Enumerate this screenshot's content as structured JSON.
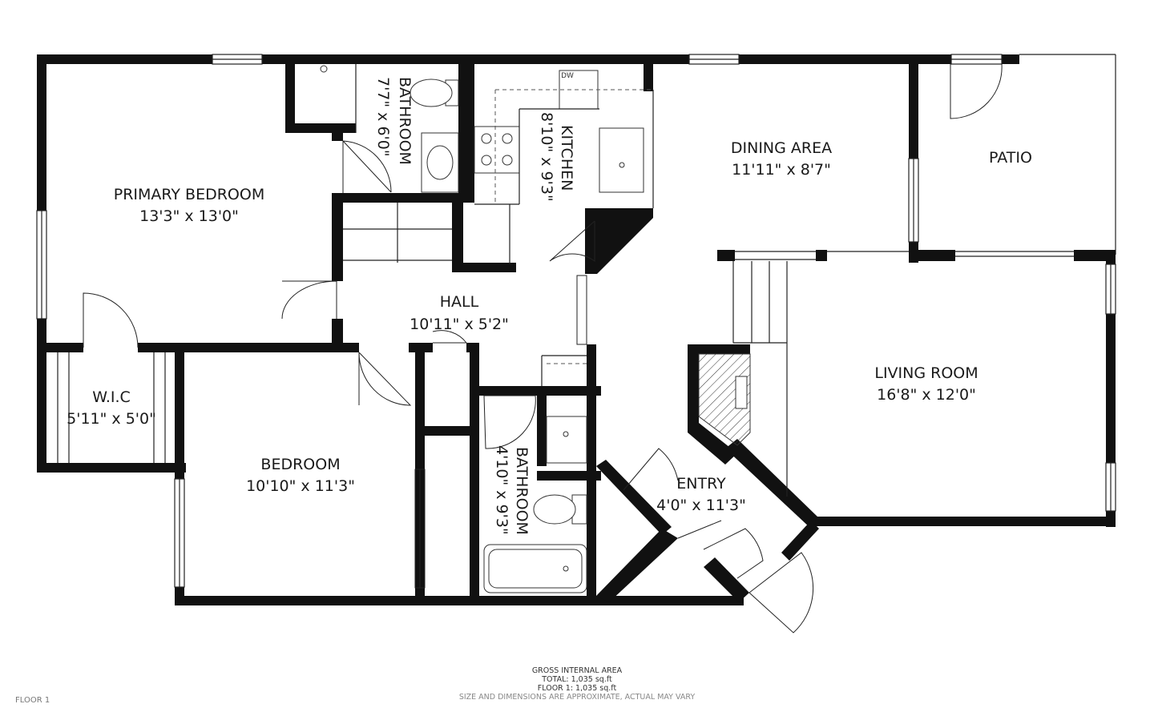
{
  "rooms": {
    "primary_bedroom": {
      "name": "PRIMARY BEDROOM",
      "dims": "13'3\" x 13'0\""
    },
    "bathroom_1": {
      "name": "BATHROOM",
      "dims": "7'7\" x 6'0\""
    },
    "kitchen": {
      "name": "KITCHEN",
      "dims": "8'10\" x 9'3\"",
      "appliance": "DW"
    },
    "dining_area": {
      "name": "DINING AREA",
      "dims": "11'11\" x 8'7\""
    },
    "patio": {
      "name": "PATIO"
    },
    "hall": {
      "name": "HALL",
      "dims": "10'11\" x 5'2\""
    },
    "wic": {
      "name": "W.I.C",
      "dims": "5'11\" x 5'0\""
    },
    "bedroom": {
      "name": "BEDROOM",
      "dims": "10'10\" x 11'3\""
    },
    "bathroom_2": {
      "name": "BATHROOM",
      "dims": "4'10\" x 9'3\""
    },
    "entry": {
      "name": "ENTRY",
      "dims": "4'0\" x 11'3\""
    },
    "living_room": {
      "name": "LIVING ROOM",
      "dims": "16'8\" x 12'0\""
    }
  },
  "area_summary": {
    "heading": "GROSS INTERNAL AREA",
    "total": "TOTAL: 1,035 sq.ft",
    "floor1": "FLOOR 1: 1,035 sq.ft",
    "disclaimer": "SIZE AND DIMENSIONS ARE APPROXIMATE, ACTUAL MAY VARY"
  },
  "floor_label": "FLOOR 1"
}
